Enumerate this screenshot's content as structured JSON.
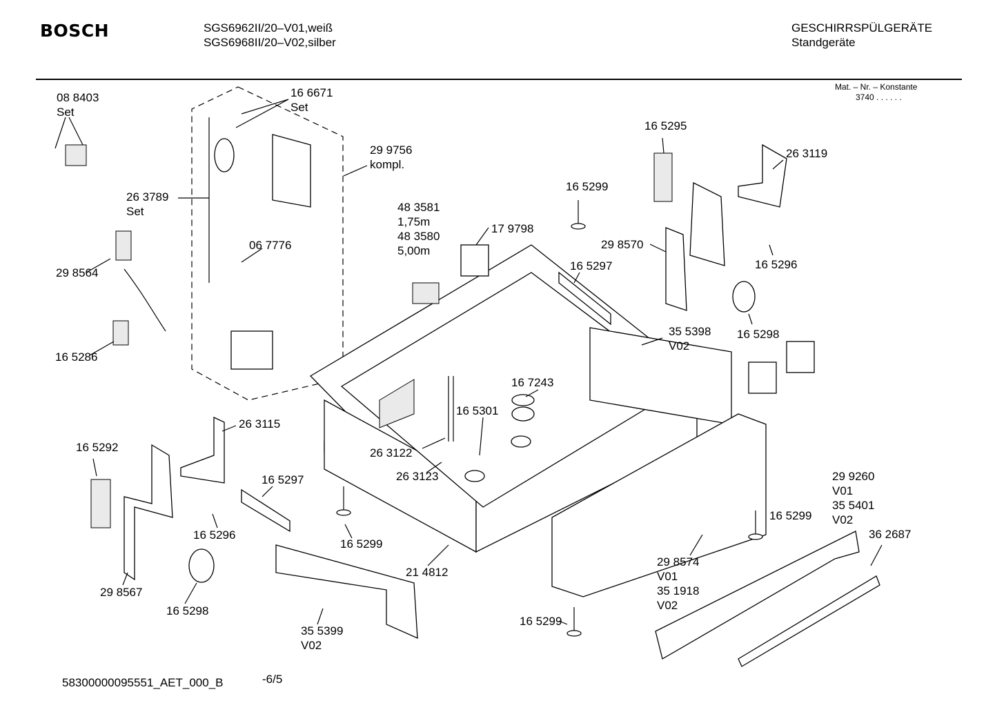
{
  "header": {
    "brand": "BOSCH",
    "model_line_1": "SGS6962II/20–V01,weiß",
    "model_line_2": "SGS6968II/20–V02,silber",
    "category_line_1": "GESCHIRRSPÜLGERÄTE",
    "category_line_2": "Standgeräte",
    "mat_label": "Mat. – Nr. – Konstante",
    "mat_code": "3740  .  .  .  .  .  ."
  },
  "labels": {
    "p088403": [
      "08 8403",
      "Set"
    ],
    "p166671": [
      "16 6671",
      "Set"
    ],
    "p299756": [
      "29 9756",
      "kompl."
    ],
    "p263789": [
      "26 3789",
      "Set"
    ],
    "p298564": [
      "29 8564"
    ],
    "p067776": [
      "06 7776"
    ],
    "p165286": [
      "16 5286"
    ],
    "p483581": [
      "48 3581",
      "1,75m",
      "48 3580",
      "5,00m"
    ],
    "p179798": [
      "17 9798"
    ],
    "p165299_top": [
      "16 5299"
    ],
    "p165295": [
      "16 5295"
    ],
    "p263119": [
      "26 3119"
    ],
    "p298570": [
      "29 8570"
    ],
    "p165296_right": [
      "16 5296"
    ],
    "p165297_top": [
      "16 5297"
    ],
    "p165298_right": [
      "16 5298"
    ],
    "p355398": [
      "35 5398",
      "V02"
    ],
    "p167243": [
      "16 7243"
    ],
    "p165301": [
      "16 5301"
    ],
    "p263115": [
      "26 3115"
    ],
    "p165292": [
      "16 5292"
    ],
    "p263122": [
      "26 3122"
    ],
    "p263123": [
      "26 3123"
    ],
    "p165297_left": [
      "16 5297"
    ],
    "p165296_left": [
      "16 5296"
    ],
    "p165299_mid": [
      "16 5299"
    ],
    "p298567": [
      "29 8567"
    ],
    "p165298_left": [
      "16 5298"
    ],
    "p214812": [
      "21 4812"
    ],
    "p355399": [
      "35 5399",
      "V02"
    ],
    "p299260": [
      "29 9260",
      "V01",
      "35 5401",
      "V02"
    ],
    "p165299_right": [
      "16 5299"
    ],
    "p362687": [
      "36 2687"
    ],
    "p298574": [
      "29 8574",
      "V01",
      "35 1918",
      "V02"
    ],
    "p165299_bottom": [
      "16 5299"
    ]
  },
  "footer": {
    "doc_code": "58300000095551_AET_000_B",
    "page": "-6/5"
  }
}
